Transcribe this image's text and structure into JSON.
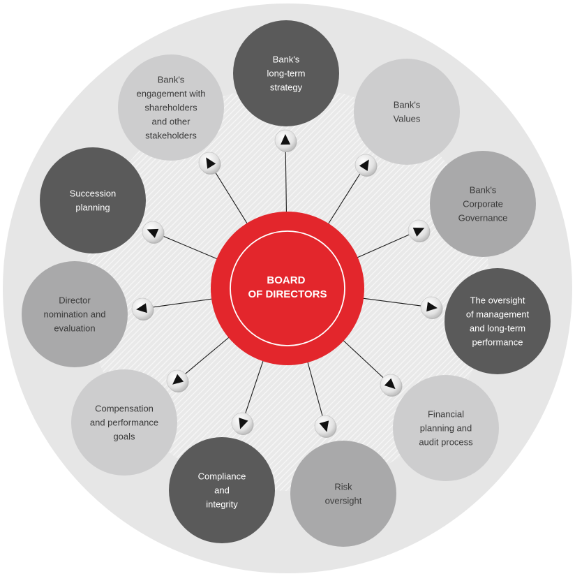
{
  "center": {
    "lines": [
      "BOARD",
      "OF DIRECTORS"
    ]
  },
  "colors": {
    "background_disc": "#e6e6e6",
    "hatch": "#f2f2f2",
    "center_fill": "#e3262c",
    "center_ring": "#ffffff",
    "connector": "#1a1a1a",
    "dark_node": "#5a5a5a",
    "mid_node": "#a9a9aa",
    "light_node": "#cdcdce",
    "dark_text": "#ffffff",
    "light_text": "#3a3a3a"
  },
  "nodes": [
    {
      "name": "node-long-term-strategy",
      "lines": [
        "Bank's",
        "long-term",
        "strategy"
      ],
      "tone": "dark"
    },
    {
      "name": "node-values",
      "lines": [
        "Bank's",
        "Values"
      ],
      "tone": "light"
    },
    {
      "name": "node-corporate-governance",
      "lines": [
        "Bank's",
        "Corporate",
        "Governance"
      ],
      "tone": "mid"
    },
    {
      "name": "node-oversight-management",
      "lines": [
        "The oversight",
        "of management",
        "and long-term",
        "performance"
      ],
      "tone": "dark"
    },
    {
      "name": "node-financial-planning",
      "lines": [
        "Financial",
        "planning and",
        "audit process"
      ],
      "tone": "light"
    },
    {
      "name": "node-risk-oversight",
      "lines": [
        "Risk",
        "oversight"
      ],
      "tone": "mid"
    },
    {
      "name": "node-compliance-integrity",
      "lines": [
        "Compliance",
        "and",
        "integrity"
      ],
      "tone": "dark"
    },
    {
      "name": "node-compensation-goals",
      "lines": [
        "Compensation",
        "and performance",
        "goals"
      ],
      "tone": "light"
    },
    {
      "name": "node-director-nomination",
      "lines": [
        "Director",
        "nomination and",
        "evaluation"
      ],
      "tone": "mid"
    },
    {
      "name": "node-succession-planning",
      "lines": [
        "Succession",
        "planning"
      ],
      "tone": "dark"
    },
    {
      "name": "node-shareholder-engagement",
      "lines": [
        "Bank's",
        "engagement with",
        "shareholders",
        "and other",
        "stakeholders"
      ],
      "tone": "light"
    }
  ]
}
